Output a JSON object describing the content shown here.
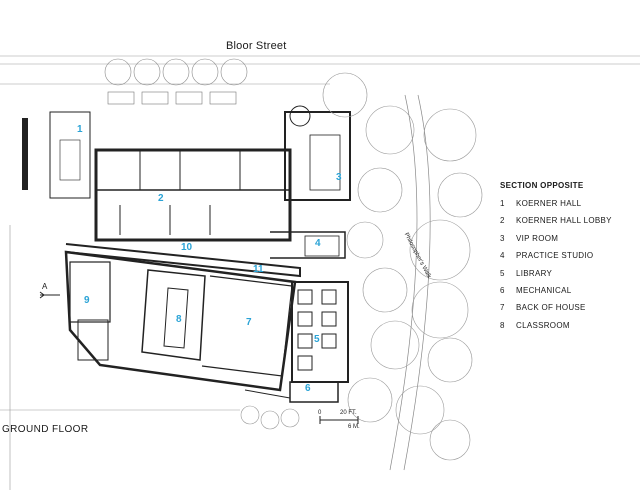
{
  "street_label": "Bloor Street",
  "floor_label": "GROUND FLOOR",
  "path_label": "Philosopher's Walk",
  "scale_bar": {
    "zero": "0",
    "feet": "20 FT.",
    "meters": "6 M."
  },
  "section_marker": "A",
  "legend": {
    "title": "SECTION OPPOSITE",
    "items": [
      {
        "num": "1",
        "label": "KOERNER HALL"
      },
      {
        "num": "2",
        "label": "KOERNER HALL LOBBY"
      },
      {
        "num": "3",
        "label": "VIP ROOM"
      },
      {
        "num": "4",
        "label": "PRACTICE STUDIO"
      },
      {
        "num": "5",
        "label": "LIBRARY"
      },
      {
        "num": "6",
        "label": "MECHANICAL"
      },
      {
        "num": "7",
        "label": "BACK OF HOUSE"
      },
      {
        "num": "8",
        "label": "CLASSROOM"
      }
    ]
  },
  "room_numbers": [
    "1",
    "2",
    "3",
    "4",
    "5",
    "6",
    "7",
    "8",
    "9",
    "10",
    "11"
  ],
  "accent_color": "#2aa3d6"
}
